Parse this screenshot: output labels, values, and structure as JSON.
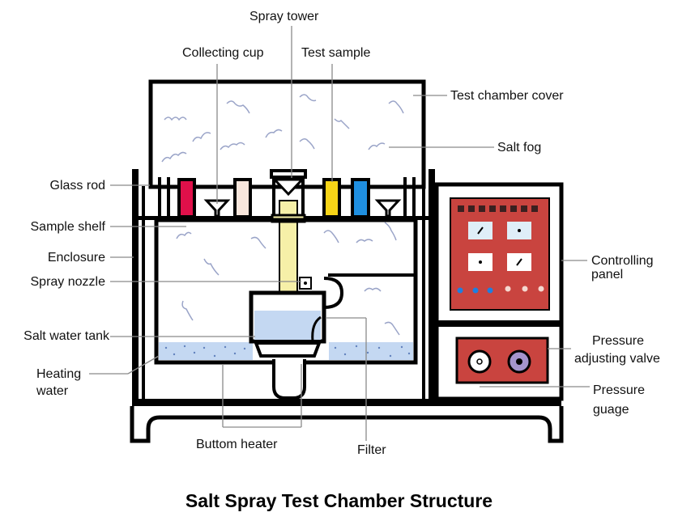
{
  "diagram": {
    "title": "Salt Spray Test Chamber Structure",
    "labels": {
      "spray_tower": "Spray tower",
      "collecting_cup": "Collecting cup",
      "test_sample": "Test sample",
      "test_chamber_cover": "Test chamber cover",
      "salt_fog": "Salt fog",
      "glass_rod": "Glass rod",
      "sample_shelf": "Sample shelf",
      "enclosure": "Enclosure",
      "spray_nozzle": "Spray nozzle",
      "salt_water_tank": "Salt water tank",
      "heating_water_1": "Heating",
      "heating_water_2": "water",
      "controlling_panel_1": "Controlling",
      "controlling_panel_2": "panel",
      "pressure_valve_1": "Pressure",
      "pressure_valve_2": "adjusting valve",
      "pressure_gauge_1": "Pressure",
      "pressure_gauge_2": "guage",
      "bottom_heater": "Buttom heater",
      "filter": "Filter"
    },
    "colors": {
      "outline": "#000000",
      "leader": "#8a8a8a",
      "panel": "#c9443f",
      "sample_red": "#e0104a",
      "sample_pink": "#f8e6dc",
      "sample_yellow": "#f7d417",
      "sample_blue": "#1f8fe0",
      "tower": "#f6f0a8",
      "water": "#c4d8f2",
      "fog": "#9aa4c8",
      "gauge_purple": "#a594cc"
    }
  }
}
